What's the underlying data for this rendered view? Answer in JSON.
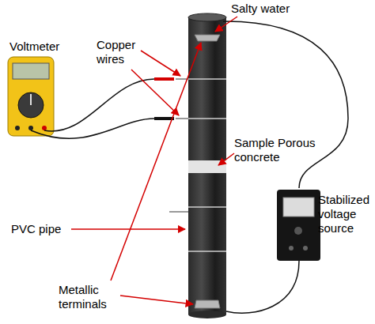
{
  "diagram": {
    "labels": [
      "Salty water",
      "Copper wires",
      "Voltmeter",
      "Sample Porous concrete",
      "PVC pipe",
      "Stabilized voltage source",
      "Metallic terminals"
    ]
  }
}
